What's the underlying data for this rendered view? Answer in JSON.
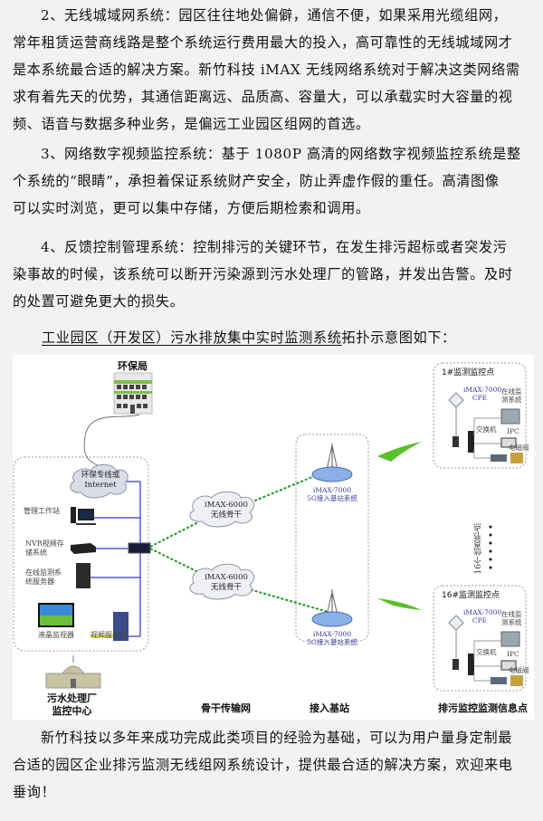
{
  "paragraphs": [
    {
      "lines": [
        "2、无线城域网系统：园区往往地处偏僻，通信不便，如果采用光缆组网，",
        "常年租赁运营商线路是整个系统运行费用最大的投入，高可靠性的无线城域网才",
        "是本系统最合适的解决方案。新竹科技 iMAX 无线网络系统对于解决这类网络需",
        "求有着先天的优势，其通信距离远、品质高、容量大，可以承载实时大容量的视",
        "频、语音与数据多种业务，是偏远工业园区组网的首选。"
      ]
    },
    {
      "lines": [
        "3、网络数字视频监控系统：基于 1080P 高清的网络数字视频监控系统是整",
        "个系统的“眼睛”，承担着保证系统财产安全，防止弄虚作假的重任。高清图像",
        "可以实时浏览，更可以集中存储，方便后期检索和调用。"
      ]
    },
    {
      "lines": [
        "4、反馈控制管理系统：控制排污的关键环节，在发生排污超标或者突发污",
        "染事故的时候，该系统可以断开污染源到污水处理厂的管路，并发出告警。及时",
        "的处置可避免更大的损失。"
      ]
    }
  ],
  "caption": {
    "underlined": "工业园区（开发区）污水排放集中实时监测系统",
    "rest": "拓扑示意图如下："
  },
  "diagram": {
    "epa_bureau": "环保局",
    "cloud_internet": [
      "环保专线或",
      "Internet"
    ],
    "workstation": "管理工作站",
    "nvr": [
      "NVR视频存",
      "储系统"
    ],
    "online_server": [
      "在线监测系",
      "统服务器"
    ],
    "lcd_monitor": "液晶监视器",
    "video_server": "视频服务器",
    "treatment_center": [
      "污水处理厂",
      "监控中心"
    ],
    "backbone_clouds": [
      [
        "iMAX-6000",
        "无线骨干"
      ],
      [
        "iMAX-6000",
        "无线骨干"
      ]
    ],
    "base_stations": [
      [
        "iMAX-7000",
        "5G接入基站系统"
      ],
      [
        "iMAX-7000",
        "5G接入基站系统"
      ]
    ],
    "monitor_points": [
      {
        "title": "1#监测监控点",
        "cpe": [
          "iMAX-7000",
          "CPE"
        ],
        "online_system": [
          "在线监",
          "测系统"
        ],
        "switch": "交换机",
        "ipc": "IPC",
        "valve": "电磁阀"
      },
      {
        "title": "16#监测监控点",
        "cpe": [
          "iMAX-7000",
          "CPE"
        ],
        "online_system": [
          "在线监",
          "测系统"
        ],
        "switch": "交换机",
        "ipc": "IPC",
        "valve": "电磁阀"
      }
    ],
    "info_points_note": "16个信息节点",
    "section_labels": {
      "backbone": "骨干传输网",
      "access": "接入基站",
      "points": "排污监控监测信息点"
    }
  },
  "closing": {
    "lines": [
      "新竹科技以多年来成功完成此类项目的经验为基础，可以为用户量身定制最",
      "合适的园区企业排污监测无线组网系统设计，提供最合适的解决方案，欢迎来电",
      "垂询！"
    ]
  }
}
